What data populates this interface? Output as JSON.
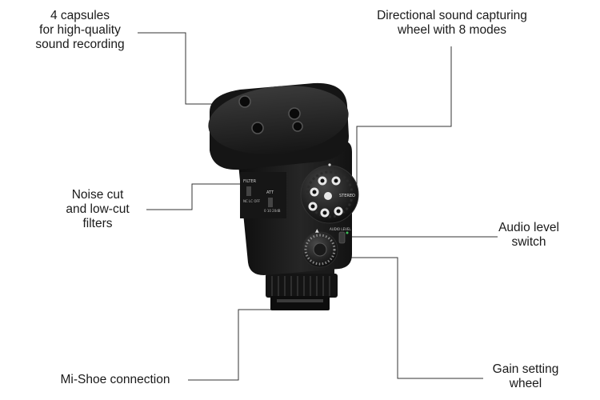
{
  "figure": {
    "subject": "shotgun-microphone-product-diagram",
    "callouts": {
      "capsules": {
        "lines": [
          "4 capsules",
          "for high-quality",
          "sound recording"
        ]
      },
      "directional": {
        "lines": [
          "Directional sound capturing",
          "wheel with 8 modes"
        ]
      },
      "filters": {
        "lines": [
          "Noise cut",
          "and low-cut",
          "filters"
        ]
      },
      "audio_level": {
        "lines": [
          "Audio level",
          "switch"
        ]
      },
      "mi_shoe": {
        "lines": [
          "Mi-Shoe connection"
        ]
      },
      "gain": {
        "lines": [
          "Gain setting",
          "wheel"
        ]
      }
    },
    "device_markings": {
      "filter_label": "FILTER",
      "filter_options": "NC LC OFF",
      "att_label": "ATT",
      "att_options": "0 10 20dB",
      "stereo_label": "STEREO",
      "audio_level_label": "AUDIO LEVEL"
    },
    "colors": {
      "leader_line": "#333333",
      "device_body": "#1c1c1c"
    }
  }
}
